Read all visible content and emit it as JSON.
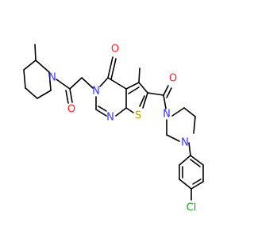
{
  "atom_labels": {
    "n_piperidine": "N",
    "o_amide_chain": "O",
    "n3": "N",
    "o4": "O",
    "n1": "N",
    "s7": "S",
    "o_carbonyl": "O",
    "n_piperazine_a": "N",
    "n_piperazine_b": "N",
    "cl": "Cl"
  },
  "colors": {
    "bond": "#000000",
    "N": "#3333ff",
    "O": "#ff2020",
    "S": "#b8a000",
    "Cl": "#1fa01f"
  }
}
